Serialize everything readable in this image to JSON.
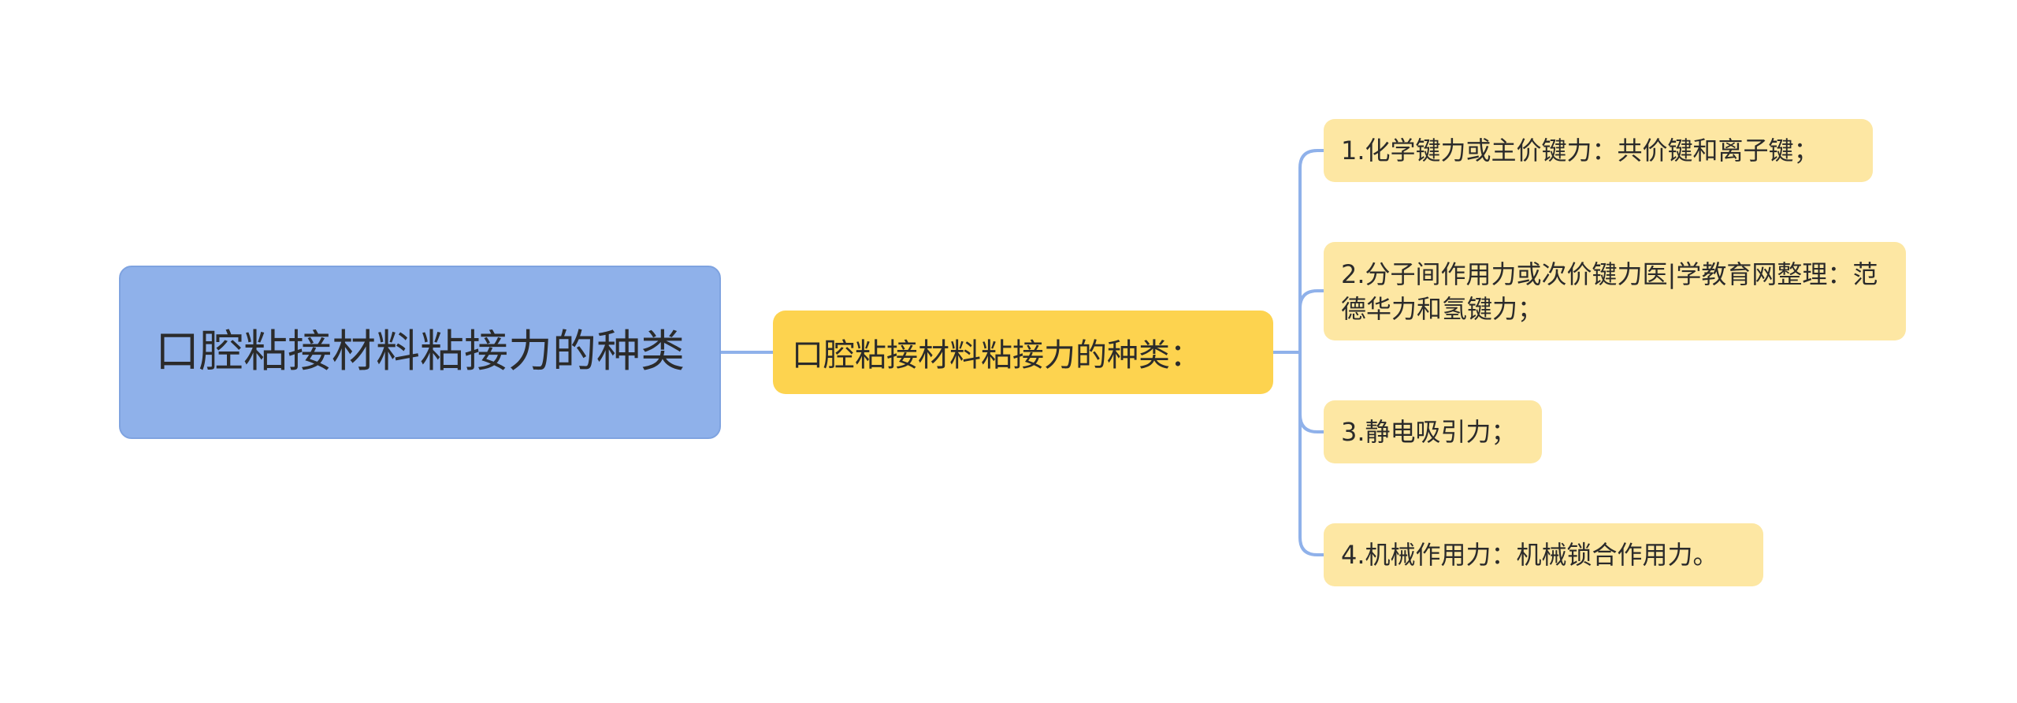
{
  "mindmap": {
    "root": {
      "label": "口腔粘接材料粘接力的种类"
    },
    "branch": {
      "label": "口腔粘接材料粘接力的种类："
    },
    "leaves": [
      {
        "label": "1.化学键力或主价键力：共价键和离子键；"
      },
      {
        "label": "2.分子间作用力或次价键力医|学教育网整理：范德华力和氢键力；"
      },
      {
        "label": "3.静电吸引力；"
      },
      {
        "label": "4.机械作用力：机械锁合作用力。"
      }
    ]
  },
  "colors": {
    "root_fill": "#8fb1ea",
    "branch_fill": "#fdd34f",
    "leaf_fill": "#fde7a3",
    "connector": "#8fb1ea",
    "text": "#2b2b2b"
  }
}
